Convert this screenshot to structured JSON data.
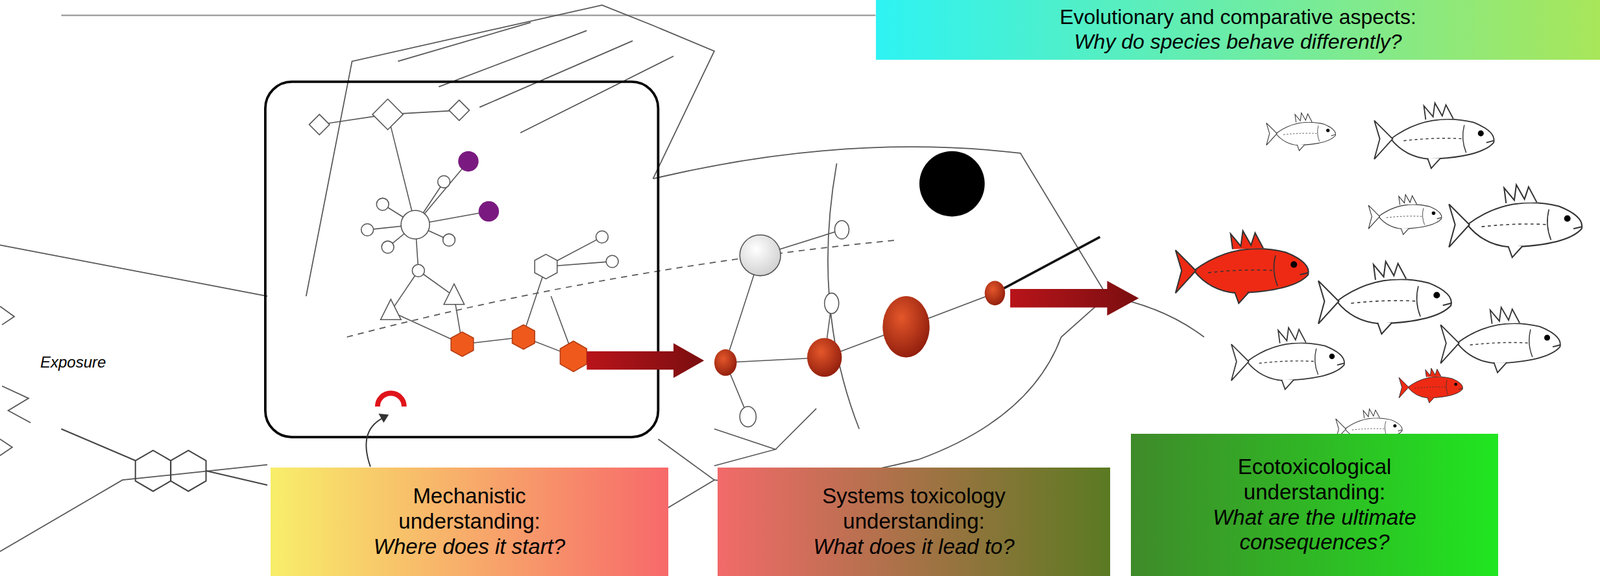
{
  "diagram": {
    "nodes": [
      {
        "text": [
          "Evolutionary and comparative aspects:",
          "Why do species behave differently?"
        ]
      },
      {
        "text": [
          "Mechanistic understanding:",
          "Where does it start?"
        ]
      },
      {
        "text": [
          "Systems toxicology understanding:",
          "What does it lead to?"
        ]
      },
      {
        "text": [
          "Ecotoxicological understanding:",
          "What are the ultimate consequences?"
        ]
      }
    ],
    "labels": [
      "Exposure"
    ]
  }
}
